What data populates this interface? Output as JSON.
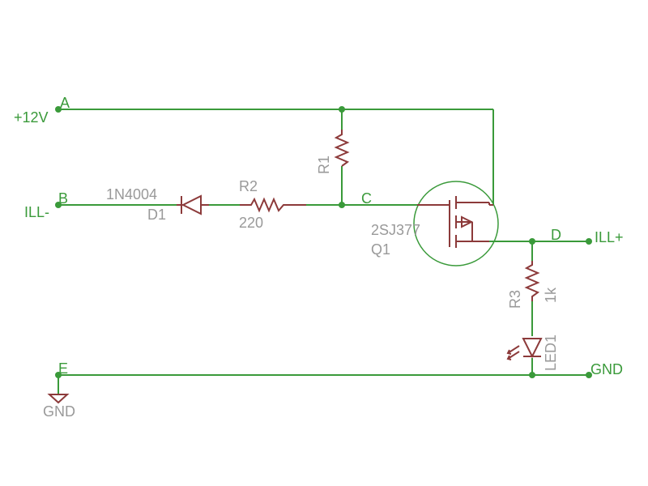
{
  "nets": {
    "a": "A",
    "b": "B",
    "c": "C",
    "d": "D",
    "e": "E",
    "plus12v": "+12V",
    "ill_minus": "ILL-",
    "ill_plus": "ILL+",
    "gnd_right": "GND"
  },
  "parts": {
    "r1": {
      "name": "R1"
    },
    "r2": {
      "name": "R2",
      "value": "220"
    },
    "r3": {
      "name": "R3",
      "value": "1k"
    },
    "d1": {
      "name": "D1",
      "value": "1N4004"
    },
    "q1": {
      "name": "Q1",
      "value": "2SJ377"
    },
    "led1": {
      "name": "LED1"
    },
    "gnd_symbol": {
      "label": "GND"
    }
  },
  "colors": {
    "net": "#3a9a3a",
    "part": "#8c3a3a",
    "label": "#999999"
  }
}
